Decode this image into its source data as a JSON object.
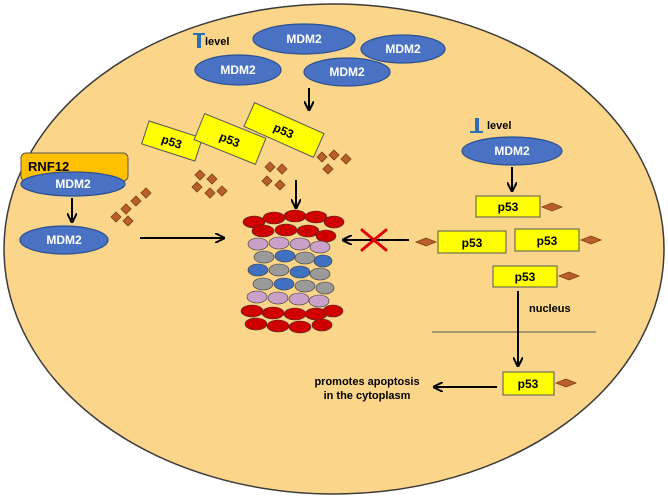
{
  "labels": {
    "mdm2": "MDM2",
    "p53": "p53",
    "rnf12": "RNF12",
    "level_up": "level",
    "level_down": "level",
    "nucleus": "nucleus",
    "apoptosis_line1": "promotes apoptosis",
    "apoptosis_line2": "in the cytoplasm"
  },
  "colors": {
    "cell_fill": "#fbd68a",
    "cell_stroke": "#3a3a3a",
    "mdm2_fill": "#4a72c4",
    "mdm2_stroke": "#2b4f8f",
    "p53_fill": "#ffff00",
    "rnf12_fill": "#ffc000",
    "ubiquitin_fill": "#b8602a",
    "proteasome_red": "#d00000",
    "proteasome_pink": "#c8a0c8",
    "proteasome_gray": "#9a9a9a",
    "proteasome_blue": "#4070c0",
    "arrow": "#000000",
    "up_arrow": "#2c6fb5",
    "cross": "#e00000"
  },
  "icons": {
    "up": "up-arrow-icon",
    "down": "down-arrow-icon",
    "block": "cross-icon",
    "degrader": "proteasome-icon"
  }
}
